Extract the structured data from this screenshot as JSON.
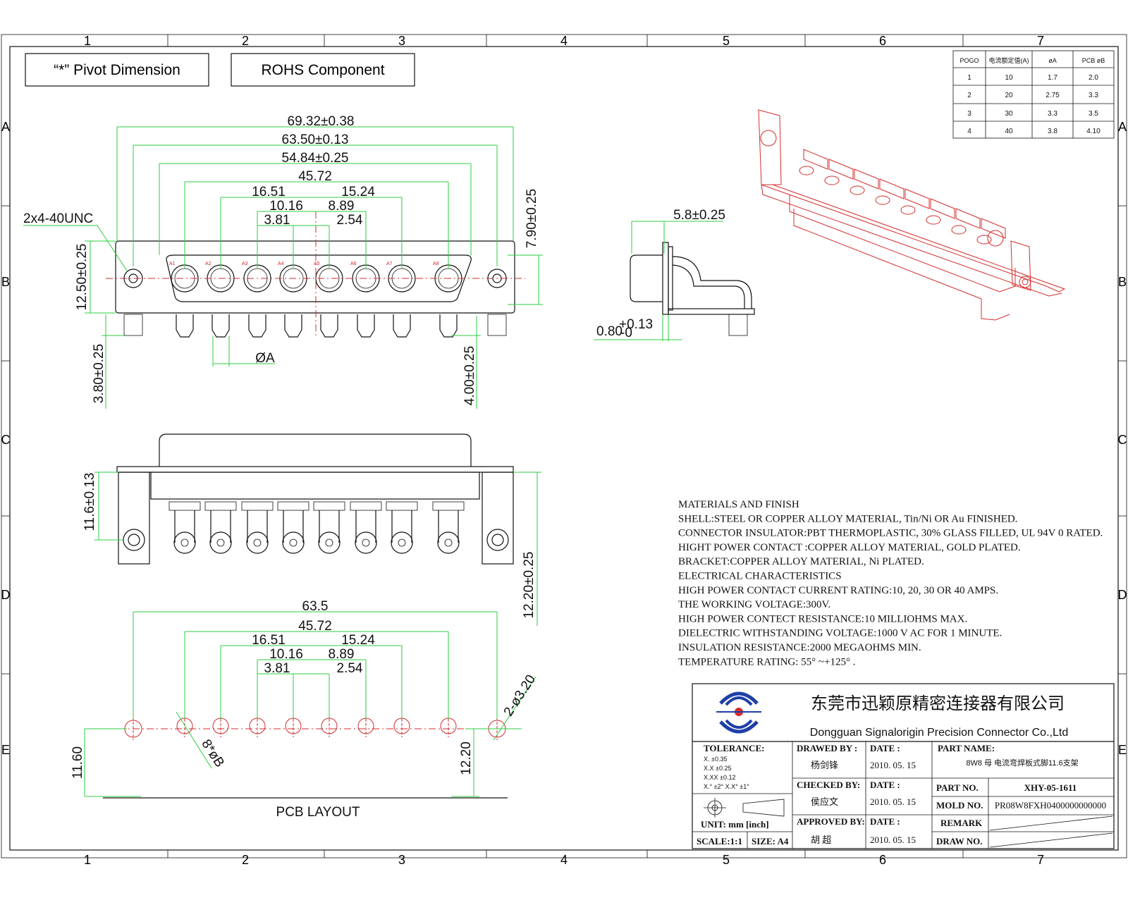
{
  "labels": {
    "pivot": "“*” Pivot Dimension",
    "rohs": "ROHS Component",
    "pcb_layout": "PCB  LAYOUT"
  },
  "grid": {
    "columns": [
      "1",
      "2",
      "3",
      "4",
      "5",
      "6",
      "7"
    ],
    "rows": [
      "A",
      "B",
      "C",
      "D",
      "E"
    ]
  },
  "front_view": {
    "dims": {
      "overall": "69.32±0.38",
      "mount": "63.50±0.13",
      "shell": "54.84±0.25",
      "span": "45.72",
      "d1651": "16.51",
      "d1524": "15.24",
      "d1016": "10.16",
      "d889": "8.89",
      "d381": "3.81",
      "d254": "2.54",
      "thread": "2x4-40UNC",
      "height": "12.50±0.25",
      "top_offset": "7.90±0.25",
      "post_len": "3.80±0.25",
      "pin_len": "4.00±0.25",
      "pin_dia": "ØA"
    },
    "pin_marks": [
      "A1",
      "A2",
      "A3",
      "A4",
      "A5",
      "A6",
      "A7",
      "A8"
    ]
  },
  "side_view": {
    "dims": {
      "depth": "5.8±0.25",
      "gap": "0.80",
      "gap_tol_upper": "+0.13",
      "gap_tol_lower": "-0"
    }
  },
  "bottom_view": {
    "dims": {
      "bracket": "11.6±0.13",
      "height": "12.20±0.25"
    }
  },
  "pcb_view": {
    "dims": {
      "overall": "63.5",
      "span": "45.72",
      "d1651": "16.51",
      "d1524": "15.24",
      "d1016": "10.16",
      "d889": "8.89",
      "d381": "3.81",
      "d254": "2.54",
      "mount_holes": "2-ø3.20",
      "pin_holes": "8*øB",
      "left_offset": "11.60",
      "right_offset": "12.20"
    }
  },
  "current_table": {
    "headers": [
      "POGO",
      "电流额定值(A)",
      "øA",
      "PCB øB"
    ],
    "rows": [
      [
        "1",
        "10",
        "1.7",
        "2.0"
      ],
      [
        "2",
        "20",
        "2.75",
        "3.3"
      ],
      [
        "3",
        "30",
        "3.3",
        "3.5"
      ],
      [
        "4",
        "40",
        "3.8",
        "4.10"
      ]
    ]
  },
  "specs": [
    "MATERIALS  AND   FINISH",
    "SHELL:STEEL  OR  COPPER  ALLOY  MATERIAL, Tin/Ni  OR  Au  FINISHED.",
    "CONNECTOR  INSULATOR:PBT  THERMOPLASTIC, 30% GLASS  FILLED, UL  94V  0  RATED.",
    "HIGHT  POWER  CONTACT  :COPPER  ALLOY  MATERIAL, GOLD  PLATED.",
    "BRACKET:COPPER  ALLOY  MATERIAL, Ni  PLATED.",
    "ELECTRICAL  CHARACTERISTICS",
    "HIGH  POWER  CONTACT  CURRENT  RATING:10, 20, 30  OR  40  AMPS.",
    "THE  WORKING  VOLTAGE:300V.",
    "HIGH  POWER  CONTECT  RESISTANCE:10  MILLIOHMS  MAX.",
    "DIELECTRIC  WITHSTANDING  VOLTAGE:1000  V  AC  FOR  1  MINUTE.",
    "INSULATION  RESISTANCE:2000  MEGAOHMS  MIN.",
    "TEMPERATURE  RATING: 55°  ~+125° ."
  ],
  "title_block": {
    "company_cn": "东莞市迅颖原精密连接器有限公司",
    "company_en": "Dongguan Signalorigin Precision Connector Co.,Ltd",
    "tolerance_label": "TOLERANCE:",
    "tolerance_rows": [
      "X.      ±0.35",
      "X.X     ±0.25",
      "X.XX    ±0.12",
      "X.° ±2°   X.X° ±1°"
    ],
    "unit": "UNIT: mm  [inch]",
    "scale": "SCALE:1:1",
    "size": "SIZE: A4",
    "drawn_by_label": "DRAWED  BY  :",
    "drawn_by": "杨剑锋",
    "checked_by_label": "CHECKED  BY:",
    "checked_by": "侯应文",
    "approved_by_label": "APPROVED  BY:",
    "approved_by": "胡   超",
    "date_label": "DATE  :",
    "date": "2010. 05. 15",
    "part_name_label": "PART  NAME:",
    "part_name": "8W8 母 电流弯焊板式脚11.6支架",
    "part_no_label": "PART  NO.",
    "part_no": "XHY-05-1611",
    "mold_no_label": "MOLD  NO.",
    "mold_no": "PR08W8FXH0400000000000",
    "remark_label": "REMARK",
    "draw_no_label": "DRAW  NO."
  }
}
